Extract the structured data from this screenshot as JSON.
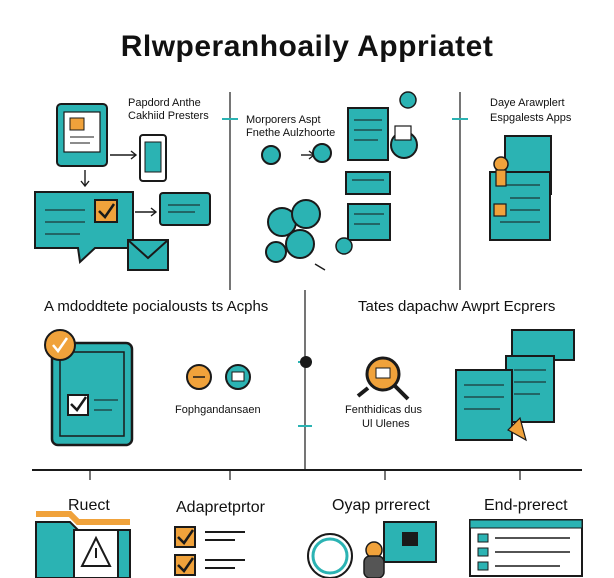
{
  "title": "Rlwperanhoaily Appriatet",
  "colors": {
    "teal": "#2bb3b3",
    "teal_dark": "#1c8f8f",
    "orange": "#f0a23b",
    "outline": "#1a1a1a",
    "background": "#ffffff"
  },
  "top_left": {
    "label_line1": "Papdord Anthe",
    "label_line2": "Cakhiid Presters"
  },
  "top_middle": {
    "label_line1": "Morporers Aspt",
    "label_line2": "Fnethe Aulzhoorte"
  },
  "top_right": {
    "label_line1": "Daye Arawplert",
    "label_line2": "Espgalests Apps"
  },
  "middle_left": {
    "heading": "A mdoddtete pocialousts ts Acphs"
  },
  "middle_center": {
    "label_line1": "Fophgandansaen",
    "label_line2": "Fenthidicas dus",
    "label_line3": "Ul Ulenes"
  },
  "middle_right": {
    "heading": "Tates dapachw Awprt Ecprers"
  },
  "bottom": [
    {
      "label": "Ruect"
    },
    {
      "label": "Adapretprtor"
    },
    {
      "label": "Oyap prrerect"
    },
    {
      "label": "End-prerect"
    }
  ],
  "icons": [
    "tablet-icon",
    "phone-icon",
    "chat-bubble-icon",
    "envelope-icon",
    "checkbox-icon",
    "document-icon",
    "magnifier-icon",
    "cursor-icon",
    "gear-icon",
    "folder-icon",
    "warning-icon",
    "dashboard-icon"
  ]
}
